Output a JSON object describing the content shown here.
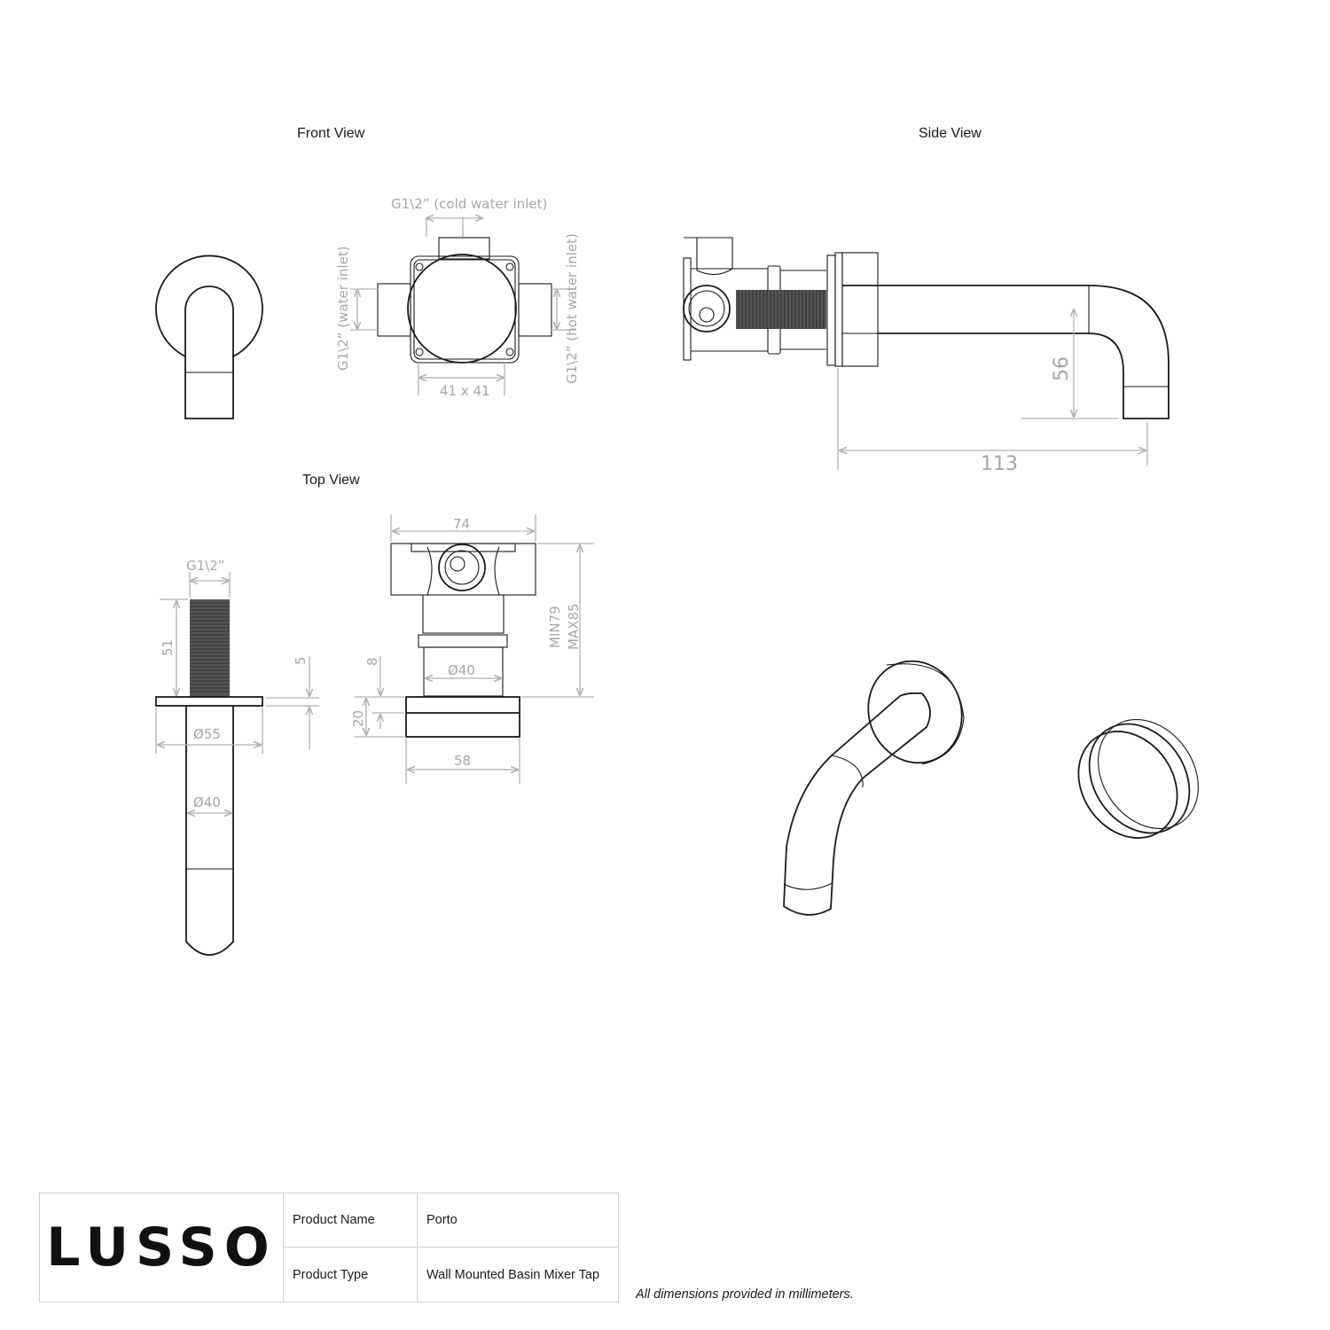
{
  "views": {
    "front": {
      "title": "Front View"
    },
    "side": {
      "title": "Side View"
    },
    "top": {
      "title": "Top View"
    }
  },
  "dimensions": {
    "front_valve": {
      "cold_inlet": "G1\\2” (cold water inlet)",
      "water_inlet": "G1\\2” (water inlet)",
      "hot_inlet": "G1\\2” (hot water inlet)",
      "body_size": "41 x 41"
    },
    "side": {
      "spout_height": "56",
      "spout_projection": "113"
    },
    "top_spout": {
      "thread": "G1\\2”",
      "thread_length": "51",
      "plate_thickness": "5",
      "plate_diameter": "Ø55",
      "spout_diameter": "Ø40"
    },
    "top_valve": {
      "width": "74",
      "depth_min": "MIN79",
      "depth_max": "MAX85",
      "collar_height": "8",
      "handle_diameter": "Ø40",
      "handle_height": "20",
      "handle_width": "58"
    }
  },
  "title_block": {
    "brand": "LUSSO",
    "rows": [
      {
        "label": "Product Name",
        "value": "Porto"
      },
      {
        "label": "Product Type",
        "value": "Wall Mounted Basin Mixer Tap"
      }
    ]
  },
  "footer_note": "All dimensions provided in millimeters.",
  "colors": {
    "line": "#1a1a1a",
    "dimension": "#b0b0b0",
    "border": "#cfcfcf"
  }
}
